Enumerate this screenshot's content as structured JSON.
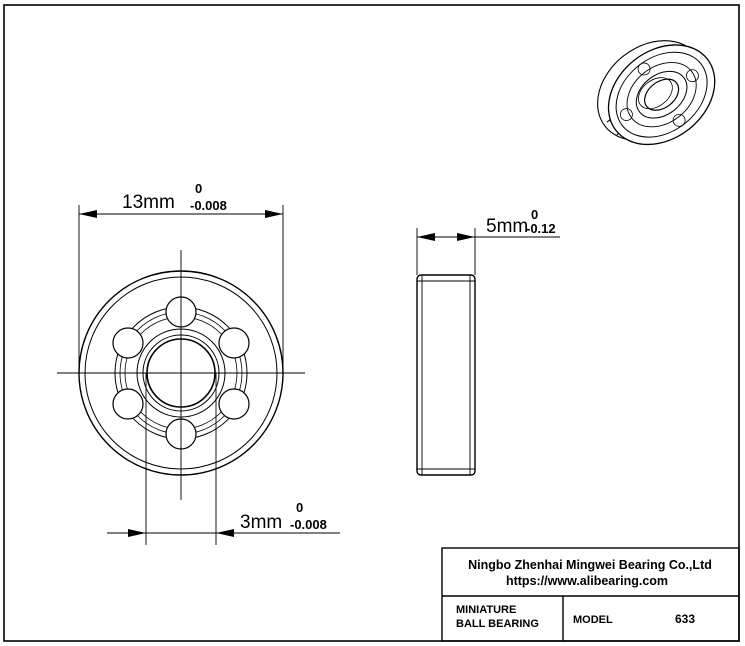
{
  "dimensions": {
    "outer_diameter": {
      "value": "13mm",
      "upper_tol": "0",
      "lower_tol": "-0.008"
    },
    "width": {
      "value": "5mm",
      "upper_tol": "0",
      "lower_tol": "-0.12"
    },
    "bore_diameter": {
      "value": "3mm",
      "upper_tol": "0",
      "lower_tol": "-0.008"
    }
  },
  "title_block": {
    "company": "Ningbo Zhenhai Mingwei Bearing Co.,Ltd",
    "website": "https://www.alibearing.com",
    "product_line1": "MINIATURE",
    "product_line2": "BALL BEARING",
    "model_label": "MODEL",
    "model_value": "633"
  }
}
